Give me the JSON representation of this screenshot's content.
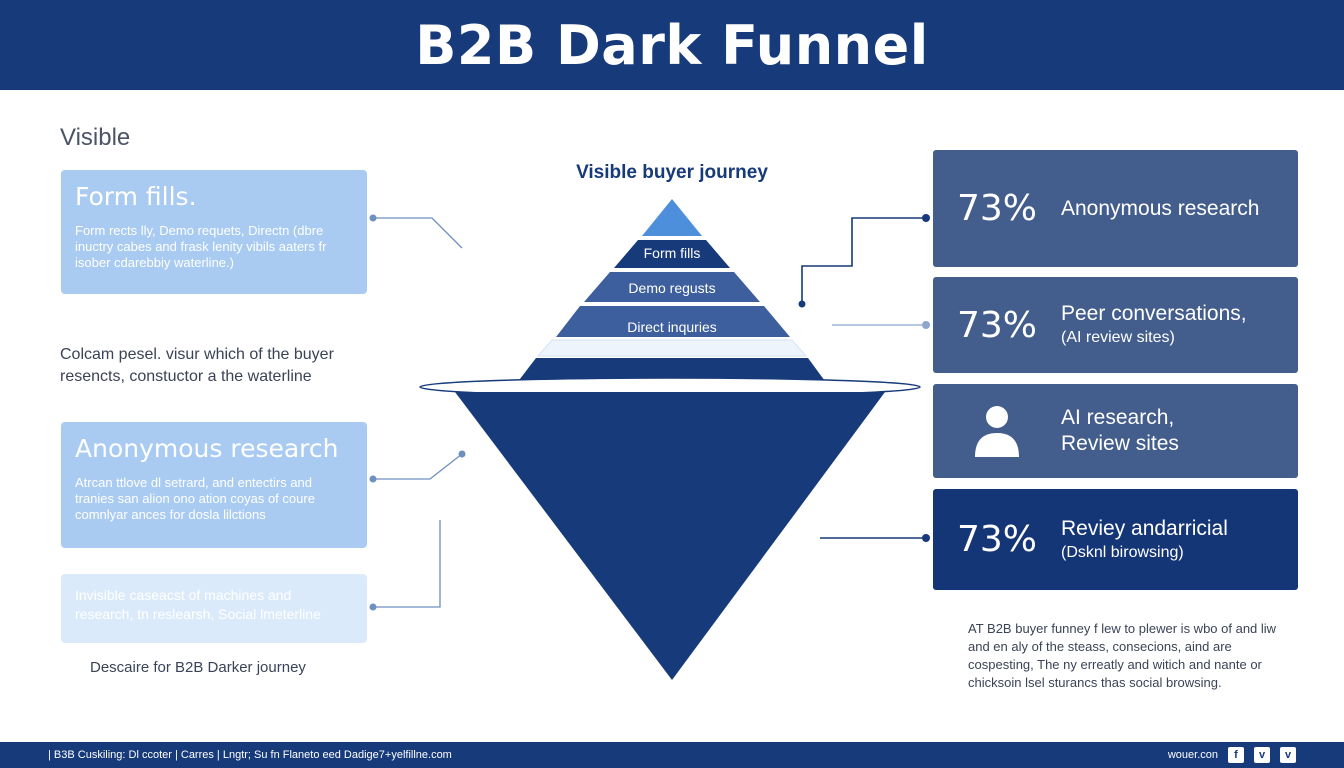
{
  "header": {
    "title": "B2B Dark Funnel"
  },
  "left": {
    "section_label": "Visible",
    "card_1": {
      "title": "Form fills.",
      "body": "Form rects lly, Demo requets, Directn (dbre inuctry cabes and frask lenity vibils aaters fr isober cdarebbiy waterline.)"
    },
    "middle_text": "Colcam pesel. visur which of the buyer resencts, constuctor a the waterline",
    "card_2": {
      "title": "Anonymous research",
      "body": "Atrcan ttlove dl setrard, and entectirs and tranies san alion ono ation coyas of coure comnlyar ances for dosla lilctions"
    },
    "card_3": {
      "body": "Invisible caseacst of machines and research, tn reslearsh, Social lmeterline"
    },
    "caption": "Descaire for B2B Darker journey"
  },
  "funnel": {
    "title": "Visible buyer journey",
    "tiers": [
      "Form fills",
      "Demo regusts",
      "Direct inquries"
    ],
    "colors": {
      "tip": "#4d8fdb",
      "dark": "#173a7a",
      "mid": "#2f4c8a",
      "band": "#3d5f9e",
      "light": "#eef4fb"
    }
  },
  "right": {
    "cards": [
      {
        "stat": "73%",
        "label": "Anonymous research",
        "sub": ""
      },
      {
        "stat": "73%",
        "label": "Peer conversations,",
        "sub": "(AI review sites)"
      },
      {
        "icon": "person-icon",
        "label": "AI research,",
        "sub": "Review sites"
      },
      {
        "stat": "73%",
        "label": "Reviey andarricial",
        "sub": "(Dsknl birowsing)"
      }
    ],
    "footnote": "AT B2B buyer funney f lew to plewer is wbo of and liw and en aly of the steass, consecions, aind are cospesting, The ny erreatly and witich and nante or chicksoin lsel sturancs thas social browsing."
  },
  "footer": {
    "left_text": "| B3B Cuskiling: Dl ccoter | Carres | Lngtr; Su fn Flaneto eed Dadige7+yelfillne.com",
    "right_text": "wouer.con",
    "social_icons": [
      "f",
      "v",
      "v"
    ]
  }
}
